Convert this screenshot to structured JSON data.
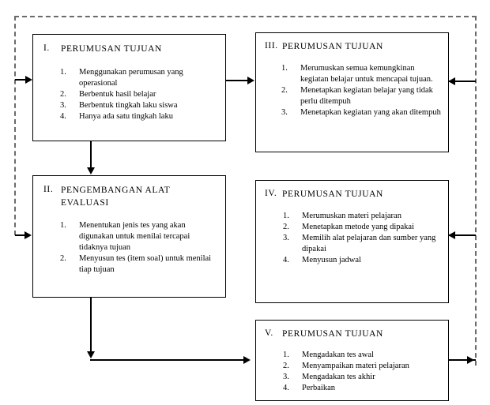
{
  "diagram": {
    "title": "Bagan alur perumusan tujuan dan pengembangan alat evaluasi",
    "border_color": "#6b6b6b",
    "box_color": "#000000",
    "connector_color": "#000000",
    "background": "#ffffff"
  },
  "nodes": [
    {
      "id": "node-1",
      "number": "I.",
      "title": "PERUMUSAN  TUJUAN",
      "items": [
        {
          "num": "1.",
          "text": "Menggunakan perumusan yang operasional"
        },
        {
          "num": "2.",
          "text": "Berbentuk hasil belajar"
        },
        {
          "num": "3.",
          "text": "Berbentuk tingkah laku siswa"
        },
        {
          "num": "4.",
          "text": "Hanya ada satu tingkah laku"
        }
      ]
    },
    {
      "id": "node-2",
      "number": "II.",
      "title": "PENGEMBANGAN  ALAT\nEVALUASI",
      "items": [
        {
          "num": "1.",
          "text": "Menentukan jenis tes yang akan digunakan untuk menilai tercapai tidaknya tujuan"
        },
        {
          "num": "2.",
          "text": "Menyusun tes (item soal) untuk menilai tiap tujuan"
        }
      ]
    },
    {
      "id": "node-3",
      "number": "III.",
      "title": "PERUMUSAN  TUJUAN",
      "items": [
        {
          "num": "1.",
          "text": "Merumuskan semua kemungkinan kegiatan belajar untuk mencapai tujuan."
        },
        {
          "num": "2.",
          "text": "Menetapkan kegiatan belajar yang tidak perlu ditempuh"
        },
        {
          "num": "3.",
          "text": "Menetapkan kegiatan yang akan ditempuh"
        }
      ]
    },
    {
      "id": "node-4",
      "number": "IV.",
      "title": "PERUMUSAN  TUJUAN",
      "items": [
        {
          "num": "1.",
          "text": "Merumuskan materi pelajaran"
        },
        {
          "num": "2.",
          "text": "Menetapkan metode yang dipakai"
        },
        {
          "num": "3.",
          "text": "Memilih alat pelajaran dan sumber yang dipakai"
        },
        {
          "num": "4.",
          "text": "Menyusun jadwal"
        }
      ]
    },
    {
      "id": "node-5",
      "number": "V.",
      "title": "PERUMUSAN  TUJUAN",
      "items": [
        {
          "num": "1.",
          "text": "Mengadakan tes awal"
        },
        {
          "num": "2.",
          "text": "Menyampaikan materi pelajaran"
        },
        {
          "num": "3.",
          "text": "Mengadakan tes akhir"
        },
        {
          "num": "4.",
          "text": "Perbaikan"
        }
      ]
    }
  ]
}
